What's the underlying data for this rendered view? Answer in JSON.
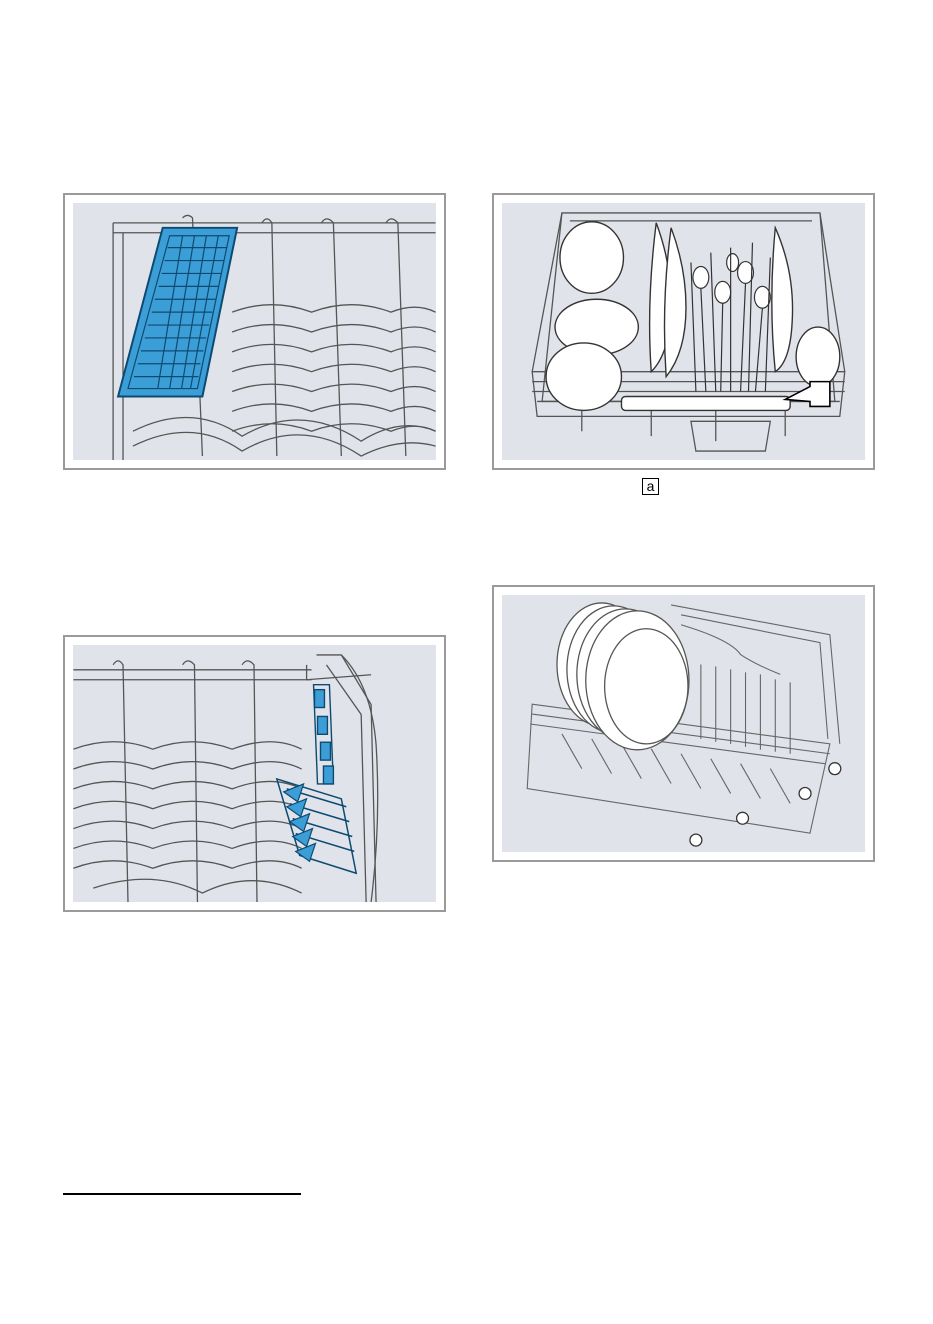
{
  "callouts": {
    "a": "a"
  },
  "figures": [
    {
      "id": "fig1",
      "icon": "upper-rack-cup-shelf-illustration"
    },
    {
      "id": "fig2",
      "icon": "loaded-upper-rack-illustration"
    },
    {
      "id": "fig3",
      "icon": "upper-rack-knife-holder-illustration"
    },
    {
      "id": "fig4",
      "icon": "lower-rack-plates-illustration"
    }
  ],
  "colors": {
    "panel_bg": "#e0e3e9",
    "accent_blue": "#3c9ed6",
    "frame": "#9a9a9a",
    "wire": "#555555"
  }
}
